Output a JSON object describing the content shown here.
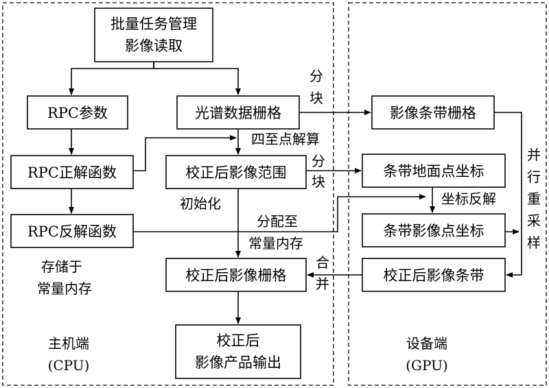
{
  "regions": {
    "host": {
      "label_line1": "主机端",
      "label_line2": "(CPU)"
    },
    "device": {
      "label_line1": "设备端",
      "label_line2": "(GPU)"
    }
  },
  "boxes": {
    "batch_task": {
      "line1": "批量任务管理",
      "line2": "影像读取"
    },
    "rpc_params": {
      "text": "RPC参数"
    },
    "spectral_grid": {
      "text": "光谱数据栅格"
    },
    "rpc_forward": {
      "text": "RPC正解函数"
    },
    "corrected_range": {
      "text": "校正后影像范围"
    },
    "rpc_inverse": {
      "text": "RPC反解函数"
    },
    "corrected_grid": {
      "text": "校正后影像栅格"
    },
    "product_output": {
      "line1": "校正后",
      "line2": "影像产品输出"
    },
    "strip_grid": {
      "text": "影像条带栅格"
    },
    "ground_coords": {
      "text": "条带地面点坐标"
    },
    "image_coords": {
      "text": "条带影像点坐标"
    },
    "corrected_strip": {
      "text": "校正后影像条带"
    }
  },
  "labels": {
    "split1_a": "分",
    "split1_b": "块",
    "four_corners": "四至点解算",
    "split2_a": "分",
    "split2_b": "块",
    "init": "初始化",
    "coord_inverse": "坐标反解",
    "alloc_line1": "分配至",
    "alloc_line2": "常量内存",
    "merge_a": "合",
    "merge_b": "并",
    "store_line1": "存储于",
    "store_line2": "常量内存",
    "parallel_1": "并",
    "parallel_2": "行",
    "parallel_3": "重",
    "parallel_4": "采",
    "parallel_5": "样"
  }
}
